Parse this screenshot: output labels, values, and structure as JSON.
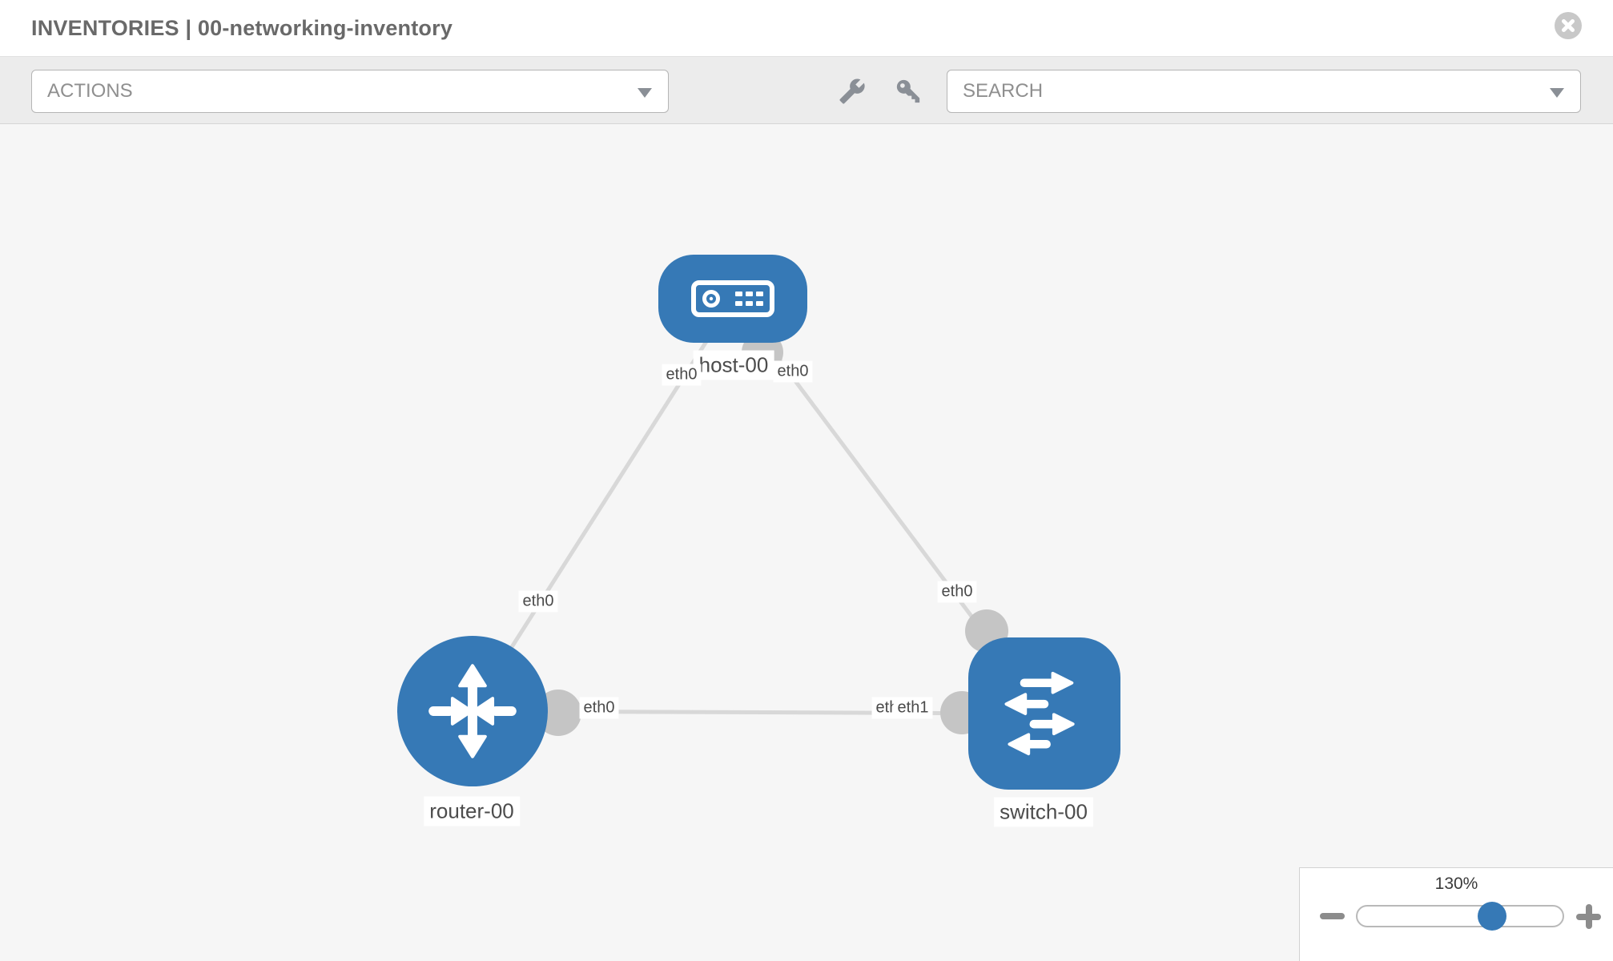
{
  "header": {
    "title": "INVENTORIES | 00-networking-inventory"
  },
  "toolbar": {
    "actions_label": "ACTIONS",
    "search_label": "SEARCH",
    "icons": [
      "wrench-icon",
      "key-icon"
    ]
  },
  "topology": {
    "nodes": [
      {
        "label": "host-00",
        "type": "host"
      },
      {
        "label": "router-00",
        "type": "router"
      },
      {
        "label": "switch-00",
        "type": "switch"
      }
    ],
    "links": [
      {
        "from": "host-00",
        "to": "router-00",
        "from_label": "eth0",
        "to_label": "eth0"
      },
      {
        "from": "host-00",
        "to": "switch-00",
        "from_label": "eth0",
        "to_label": "eth0"
      },
      {
        "from": "router-00",
        "to": "switch-00",
        "from_label": "eth0",
        "to_label": "eth1",
        "to_label_overlapped": "eth0"
      }
    ]
  },
  "zoom_control": {
    "level": "130%"
  },
  "colors": {
    "node_blue": "#3679b6",
    "link_gray": "#d8d8d8",
    "connector_gray": "#c5c5c5",
    "canvas_bg": "#f6f6f6",
    "toolbar_bg": "#ececec",
    "icon_gray": "#8a8f96"
  }
}
